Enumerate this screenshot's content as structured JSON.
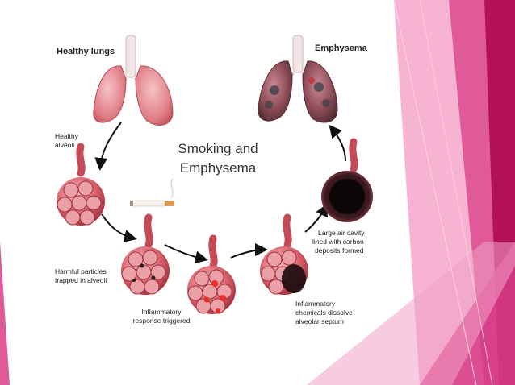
{
  "title": "Smoking and Emphysema",
  "title_lines": [
    "Smoking and",
    "Emphysema"
  ],
  "labels": {
    "healthy_lungs": "Healthy lungs",
    "emphysema": "Emphysema",
    "healthy_alveoli": [
      "Healthy",
      "alveoli"
    ],
    "harmful_particles": [
      "Harmful particles",
      "trapped in alveoli"
    ],
    "inflammatory_response": [
      "Inflammatory",
      "response triggered"
    ],
    "inflammatory_chemicals": [
      "Inflammatory",
      "chemicals dissolve",
      "alveolar septum"
    ],
    "large_air_cavity": [
      "Large air cavity",
      "lined with carbon",
      "deposits formed"
    ]
  },
  "colors": {
    "lung_healthy": "#e88a90",
    "lung_damaged": "#7a3a45",
    "alveoli": "#d9606b",
    "damage_dark": "#2a1a1e",
    "inflammation": "#e8302a",
    "arrow": "#111111",
    "accent_magenta": "#c2185b",
    "accent_pink": "#f4a6c8"
  },
  "icons": [
    "lungs-icon",
    "alveoli-cluster-icon",
    "cigarette-icon",
    "cycle-arrow-icon"
  ]
}
